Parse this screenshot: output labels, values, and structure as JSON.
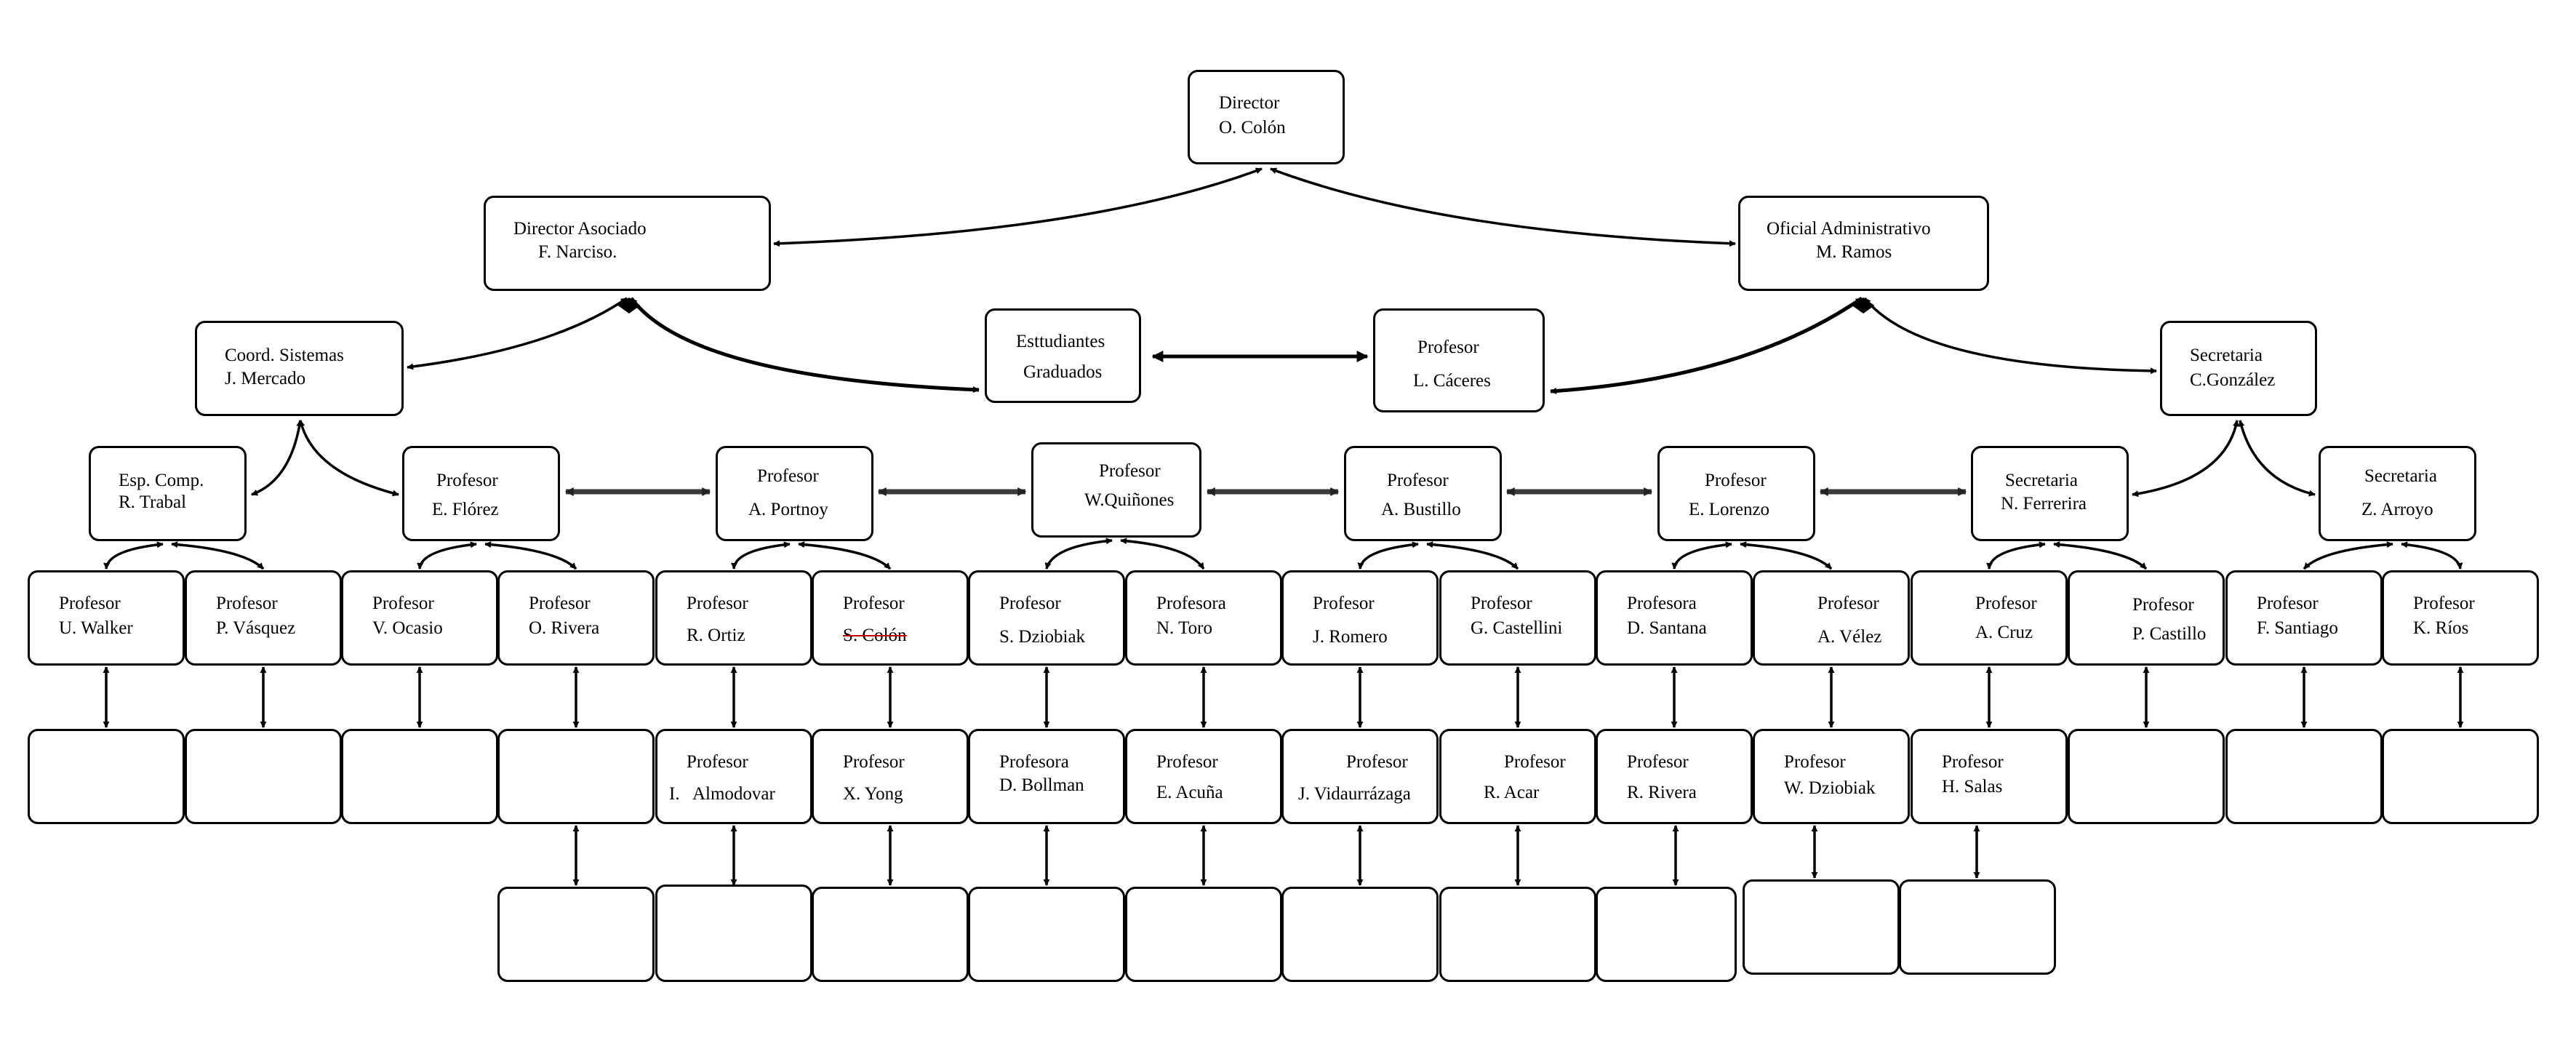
{
  "nodes": {
    "director": [
      "Director",
      "O. Colón"
    ],
    "director_asociado": [
      "Director Asociado",
      "F. Narciso."
    ],
    "oficial_administrativo": [
      "Oficial Administrativo",
      "M. Ramos"
    ],
    "coord_sistemas": [
      "Coord. Sistemas",
      "J. Mercado"
    ],
    "estudiantes": [
      "Esttudiantes",
      "Graduados"
    ],
    "prof_caceres": [
      "Profesor",
      "L. Cáceres"
    ],
    "sec_gonzalez": [
      "Secretaria",
      "C.González"
    ],
    "esp_comp": [
      "Esp. Comp.",
      "R. Trabal"
    ],
    "prof_florez": [
      "Profesor",
      "E. Flórez"
    ],
    "prof_portnoy": [
      "Profesor",
      "A. Portnoy"
    ],
    "prof_quinones": [
      "Profesor",
      "W.Quiñones"
    ],
    "prof_bustillo": [
      "Profesor",
      "A. Bustillo"
    ],
    "prof_lorenzo": [
      "Profesor",
      "E. Lorenzo"
    ],
    "sec_ferrerira": [
      "Secretaria",
      "N. Ferrerira"
    ],
    "sec_arroyo": [
      "Secretaria",
      "Z. Arroyo"
    ],
    "row1": [
      [
        "Profesor",
        "U. Walker"
      ],
      [
        "Profesor",
        "P. Vásquez"
      ],
      [
        "Profesor",
        "V. Ocasio"
      ],
      [
        "Profesor",
        "O. Rivera"
      ],
      [
        "Profesor",
        "R. Ortiz"
      ],
      [
        "Profesor",
        "S. Colón"
      ],
      [
        "Profesor",
        "S. Dziobiak"
      ],
      [
        "Profesora",
        "N. Toro"
      ],
      [
        "Profesor",
        "J. Romero"
      ],
      [
        "Profesor",
        "G. Castellini"
      ],
      [
        "Profesora",
        "D. Santana"
      ],
      [
        "Profesor",
        "A. Vélez"
      ],
      [
        "Profesor",
        "A. Cruz"
      ],
      [
        "Profesor",
        "P. Castillo"
      ],
      [
        "Profesor",
        "F. Santiago"
      ],
      [
        "Profesor",
        "K. Ríos"
      ]
    ],
    "row2": [
      [
        "",
        ""
      ],
      [
        "",
        ""
      ],
      [
        "",
        ""
      ],
      [
        "",
        ""
      ],
      [
        "Profesor",
        "I.   Almodovar"
      ],
      [
        "Profesor",
        "X. Yong"
      ],
      [
        "Profesora",
        "D. Bollman"
      ],
      [
        "Profesor",
        "E. Acuña"
      ],
      [
        "Profesor",
        "J. Vidaurrázaga"
      ],
      [
        "Profesor",
        "R. Acar"
      ],
      [
        "Profesor",
        "R. Rivera"
      ],
      [
        "Profesor",
        "W. Dziobiak"
      ],
      [
        "Profesor",
        "H. Salas"
      ],
      [
        "",
        ""
      ],
      [
        "",
        ""
      ],
      [
        "",
        ""
      ]
    ]
  }
}
